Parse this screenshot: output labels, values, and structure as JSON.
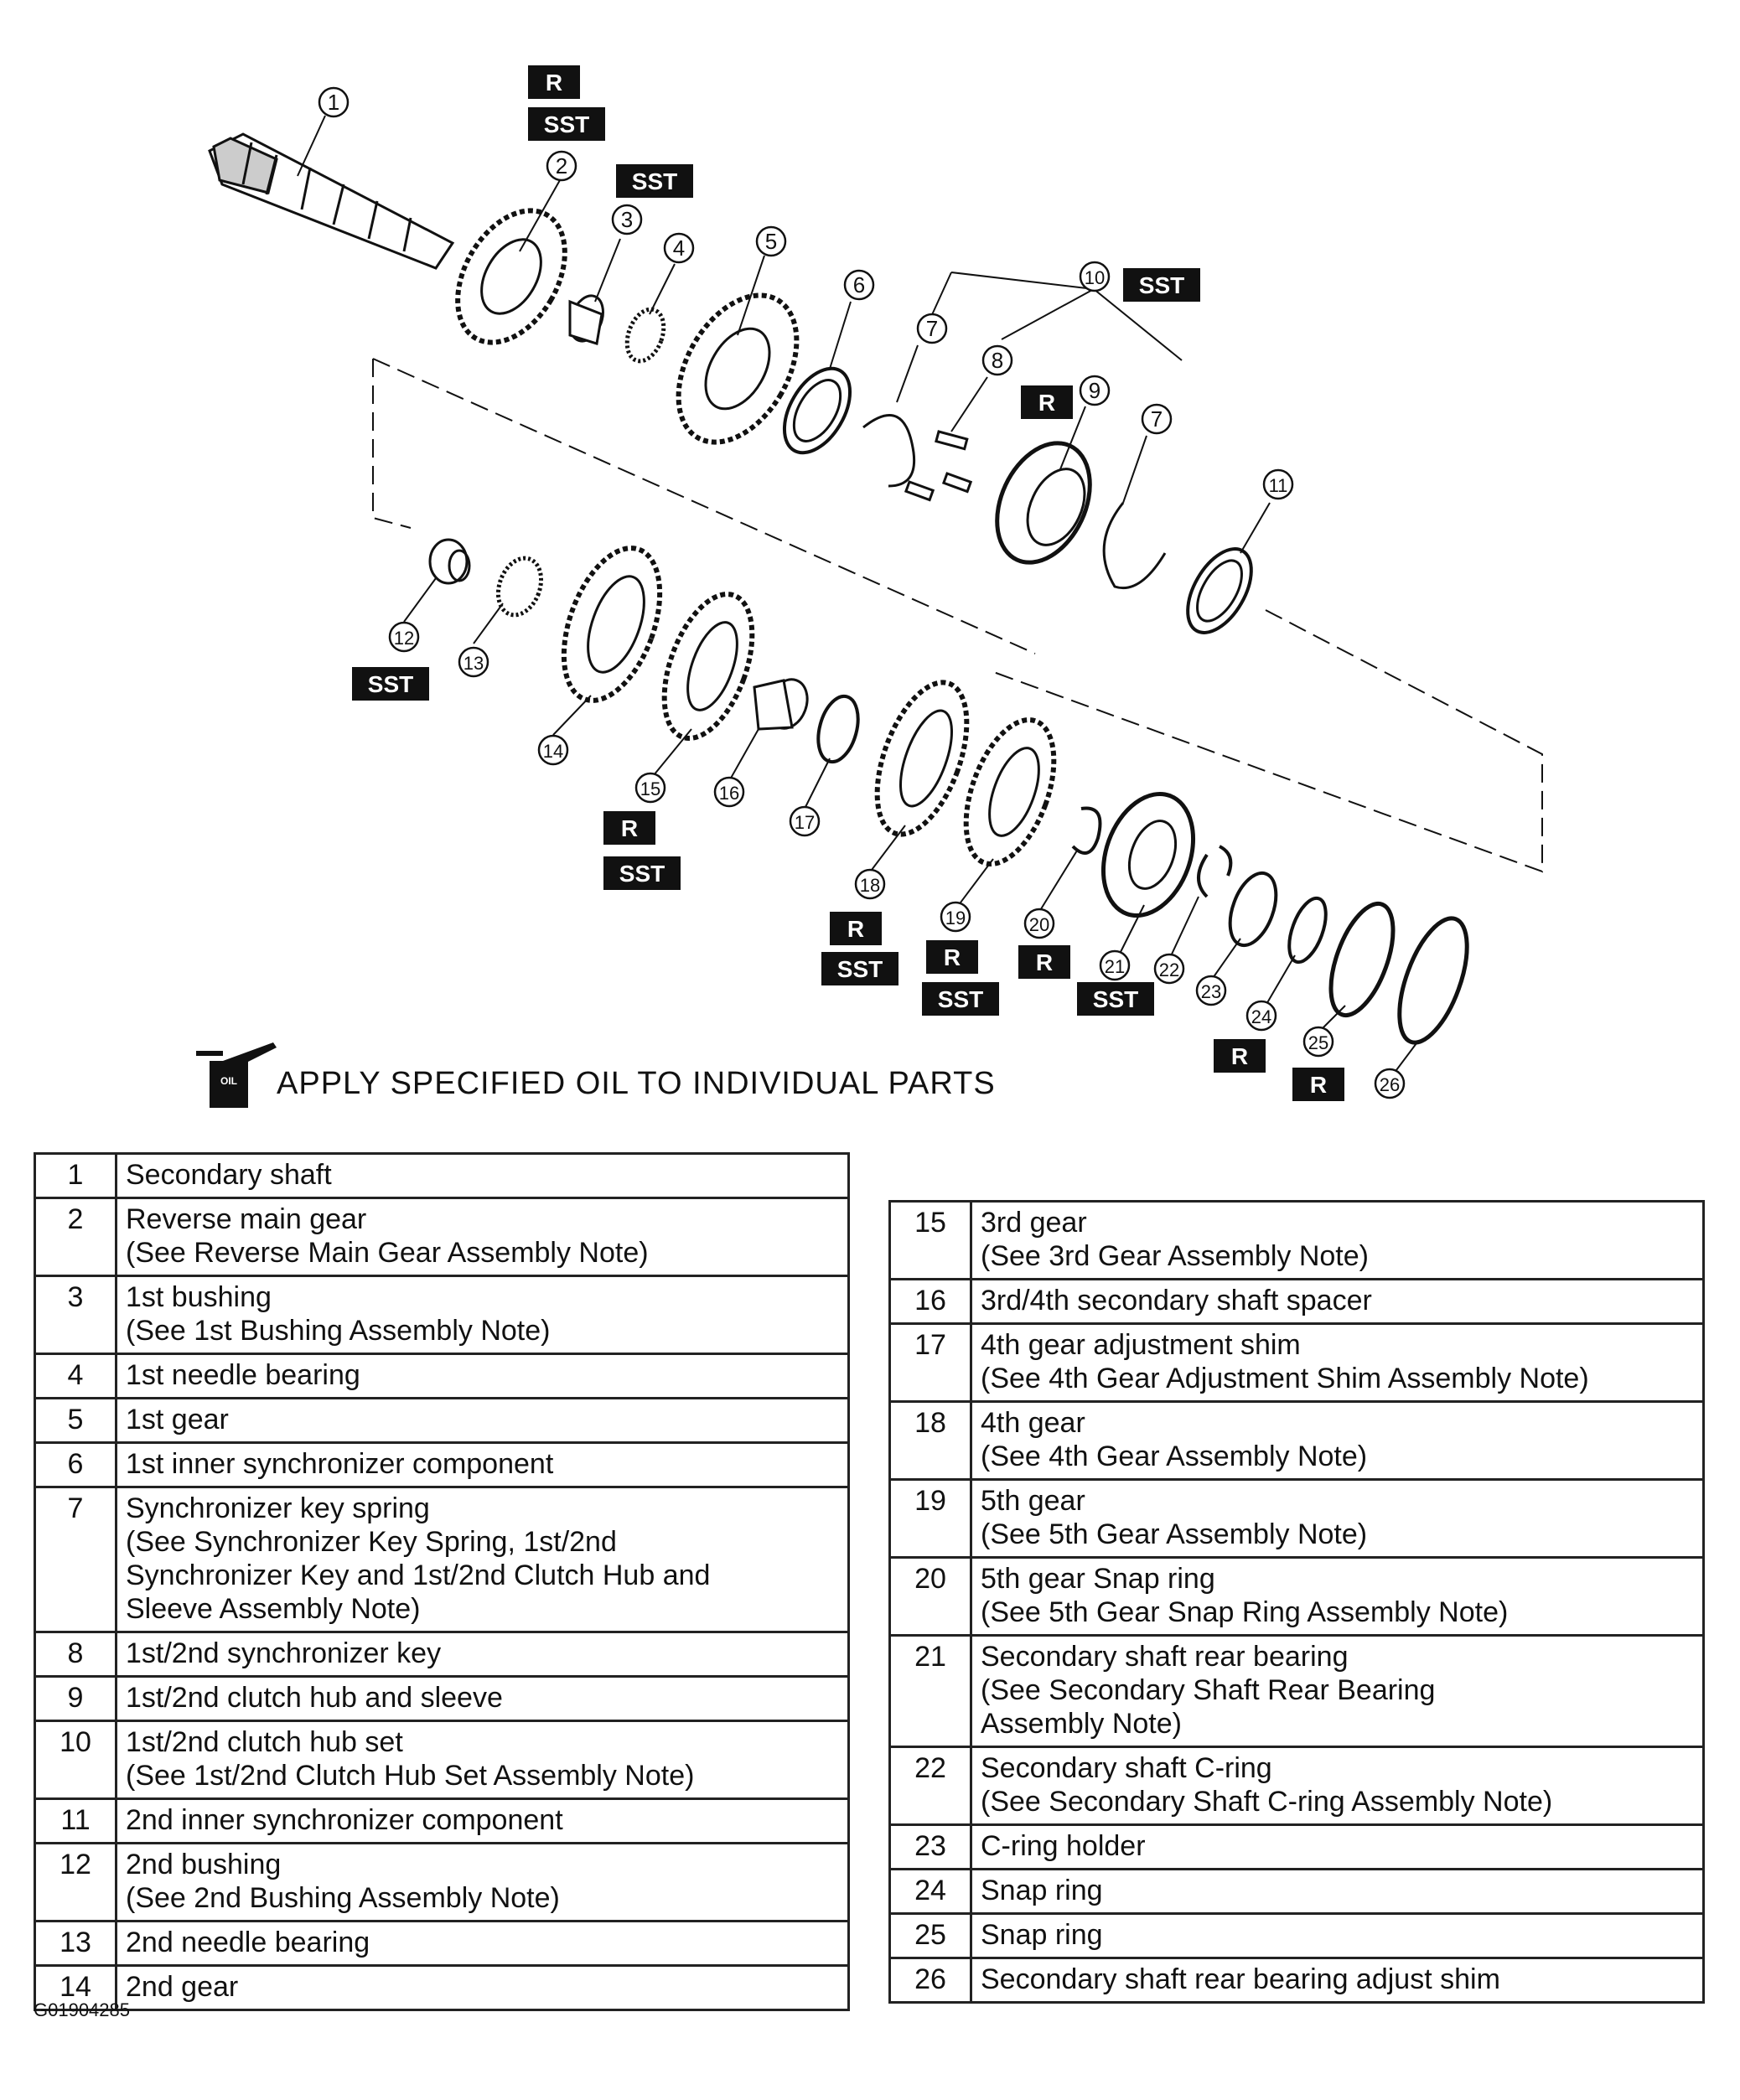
{
  "labels": {
    "r": "R",
    "sst": "SST",
    "oil_icon_text": "OIL",
    "oil_note": "APPLY SPECIFIED OIL TO INDIVIDUAL PARTS",
    "figure_id": "G01904285"
  },
  "callouts": [
    "1",
    "2",
    "3",
    "4",
    "5",
    "6",
    "7",
    "8",
    "9",
    "10",
    "7",
    "11",
    "12",
    "13",
    "14",
    "15",
    "16",
    "17",
    "18",
    "19",
    "20",
    "21",
    "22",
    "23",
    "24",
    "25",
    "26"
  ],
  "parts_left": [
    {
      "no": "1",
      "desc": "Secondary shaft"
    },
    {
      "no": "2",
      "desc": "Reverse main gear\n(See Reverse Main Gear Assembly Note)"
    },
    {
      "no": "3",
      "desc": "1st bushing\n(See 1st Bushing Assembly Note)"
    },
    {
      "no": "4",
      "desc": "1st needle bearing"
    },
    {
      "no": "5",
      "desc": "1st gear"
    },
    {
      "no": "6",
      "desc": "1st inner synchronizer component"
    },
    {
      "no": "7",
      "desc": "Synchronizer key spring\n(See Synchronizer Key Spring, 1st/2nd\nSynchronizer Key and 1st/2nd Clutch Hub and\nSleeve Assembly Note)"
    },
    {
      "no": "8",
      "desc": "1st/2nd synchronizer key"
    },
    {
      "no": "9",
      "desc": "1st/2nd clutch hub and sleeve"
    },
    {
      "no": "10",
      "desc": "1st/2nd clutch hub set\n(See 1st/2nd Clutch Hub Set Assembly Note)"
    },
    {
      "no": "11",
      "desc": "2nd inner synchronizer component"
    },
    {
      "no": "12",
      "desc": "2nd bushing\n(See 2nd Bushing Assembly Note)"
    },
    {
      "no": "13",
      "desc": "2nd needle bearing"
    },
    {
      "no": "14",
      "desc": "2nd gear"
    }
  ],
  "parts_right": [
    {
      "no": "15",
      "desc": "3rd gear\n(See 3rd Gear Assembly Note)"
    },
    {
      "no": "16",
      "desc": "3rd/4th secondary shaft spacer"
    },
    {
      "no": "17",
      "desc": "4th gear adjustment shim\n(See 4th Gear Adjustment Shim Assembly Note)"
    },
    {
      "no": "18",
      "desc": "4th gear\n(See 4th Gear Assembly Note)"
    },
    {
      "no": "19",
      "desc": "5th gear\n(See 5th Gear Assembly Note)"
    },
    {
      "no": "20",
      "desc": "5th gear Snap ring\n(See 5th Gear Snap Ring Assembly Note)"
    },
    {
      "no": "21",
      "desc": "Secondary shaft rear bearing\n(See Secondary Shaft Rear Bearing\nAssembly Note)"
    },
    {
      "no": "22",
      "desc": "Secondary shaft C-ring\n(See Secondary Shaft C-ring Assembly Note)"
    },
    {
      "no": "23",
      "desc": "C-ring holder"
    },
    {
      "no": "24",
      "desc": "Snap ring"
    },
    {
      "no": "25",
      "desc": "Snap ring"
    },
    {
      "no": "26",
      "desc": "Secondary shaft rear bearing adjust shim"
    }
  ]
}
